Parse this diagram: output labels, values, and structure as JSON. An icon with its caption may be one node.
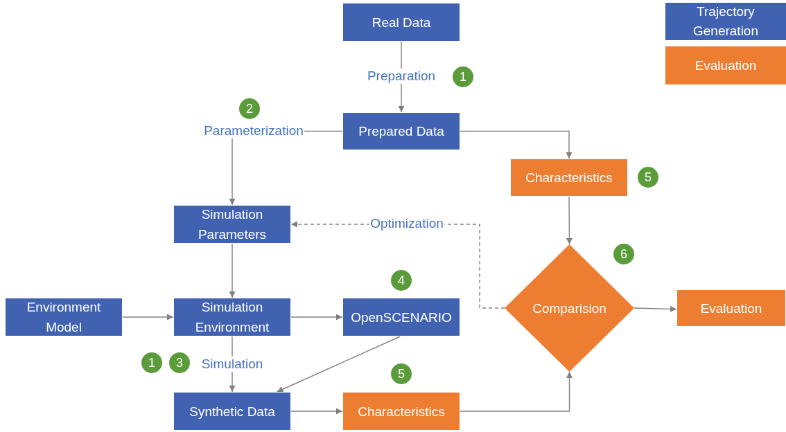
{
  "diagram": {
    "nodes": [
      {
        "text": [
          "Real Data"
        ]
      },
      {
        "text": [
          "Prepared Data"
        ]
      },
      {
        "text": [
          "Characteristics"
        ]
      },
      {
        "text": [
          "Simulation Parameters"
        ]
      },
      {
        "text": [
          "Environment Model"
        ]
      },
      {
        "text": [
          "Simulation Environment"
        ]
      },
      {
        "text": [
          "OpenSCENARIO"
        ]
      },
      {
        "text": [
          "Comparision"
        ]
      },
      {
        "text": [
          "Evaluation"
        ]
      },
      {
        "text": [
          "Synthetic Data"
        ]
      },
      {
        "text": [
          "Characteristics"
        ]
      }
    ],
    "edges": [
      {
        "from": 0,
        "to": 1,
        "arrow": "to",
        "label": "Preparation"
      },
      {
        "from": 1,
        "to": 2,
        "arrow": "to"
      },
      {
        "from": 1,
        "to": 3,
        "arrow": "to",
        "label": "Parameterization"
      },
      {
        "from": 2,
        "to": 7,
        "arrow": "to"
      },
      {
        "from": 7,
        "to": 3,
        "arrow": "to",
        "label": "Optimization",
        "style": "dashed"
      },
      {
        "from": 3,
        "to": 5,
        "arrow": "to"
      },
      {
        "from": 4,
        "to": 5,
        "arrow": "to"
      },
      {
        "from": 5,
        "to": 6,
        "arrow": "to"
      },
      {
        "from": 5,
        "to": 9,
        "arrow": "to",
        "label": "Simulation"
      },
      {
        "from": 6,
        "to": 9,
        "arrow": "to"
      },
      {
        "from": 7,
        "to": 8,
        "arrow": "to"
      },
      {
        "from": 9,
        "to": 10,
        "arrow": "to"
      },
      {
        "from": 10,
        "to": 7,
        "arrow": "to"
      }
    ],
    "labels": [
      "1",
      "2",
      "5",
      "6",
      "4",
      "1",
      "3",
      "5"
    ],
    "legend": [
      {
        "text": "Trajectory Generation",
        "color": "#4062b0"
      },
      {
        "text": "Evaluation",
        "color": "#ed7d31"
      }
    ]
  }
}
